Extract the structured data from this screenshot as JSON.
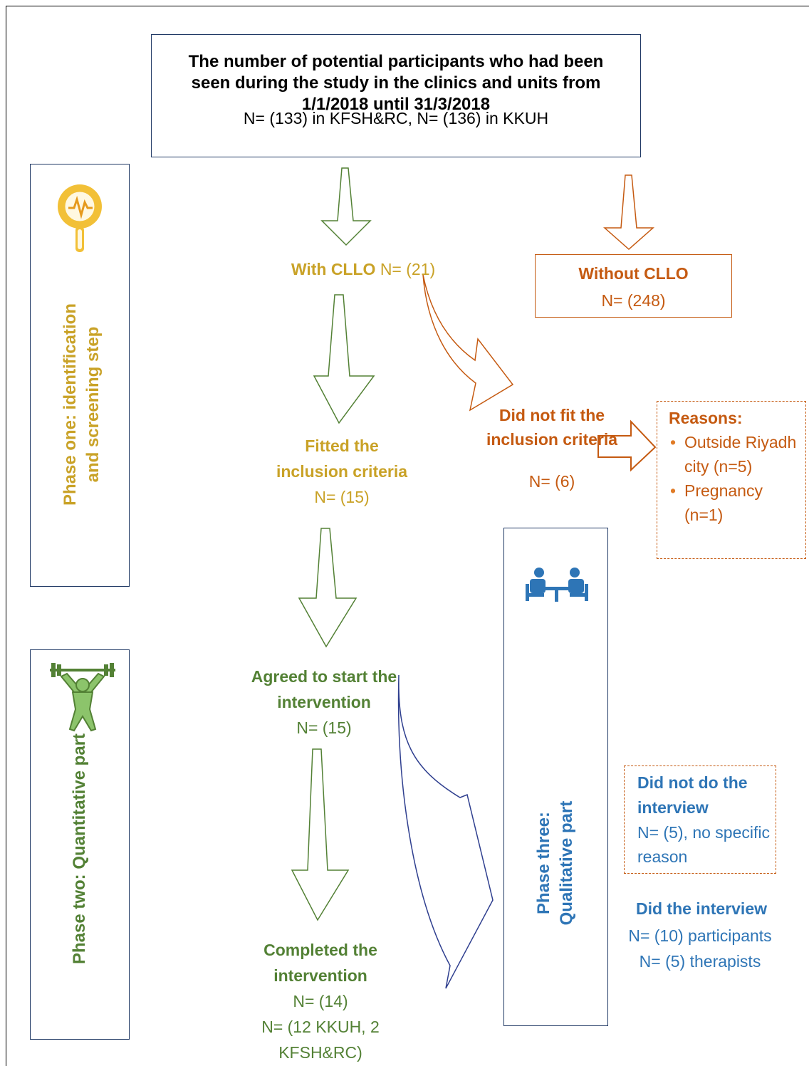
{
  "top_box": {
    "title": "The number of potential participants who had been seen during the study in the clinics and units from 1/1/2018 until 31/3/2018",
    "count": "N= (133) in KFSH&RC, N= (136) in KKUH"
  },
  "with_cllo": {
    "label": "With CLLO",
    "count": "N= (21)"
  },
  "without_cllo": {
    "label": "Without CLLO",
    "count": "N= (248)"
  },
  "fitted": {
    "label": "Fitted the inclusion criteria",
    "count": "N= (15)"
  },
  "not_fit": {
    "label": "Did not fit the inclusion criteria",
    "count": "N= (6)"
  },
  "reasons": {
    "title": "Reasons:",
    "items": [
      "Outside Riyadh city (n=5)",
      "Pregnancy (n=1)"
    ]
  },
  "agreed": {
    "label": "Agreed to start the intervention",
    "count": "N= (15)"
  },
  "completed": {
    "label": "Completed the intervention",
    "count": "N= (14)",
    "detail": "N= (12 KKUH, 2 KFSH&RC)"
  },
  "phases": {
    "one": "Phase one: identification and screening step",
    "two": "Phase two: Quantitative part",
    "three": "Phase three: Qualitative part"
  },
  "no_interview": {
    "label": "Did not do the interview",
    "detail": "N= (5), no specific reason"
  },
  "did_interview": {
    "label": "Did the interview",
    "participants": "N= (10) participants",
    "therapists": "N= (5) therapists"
  },
  "icons": {
    "phase_one": "magnifier-pulse-icon",
    "phase_two": "weightlifter-icon",
    "phase_three": "meeting-icon"
  },
  "colors": {
    "gold": "#c9a227",
    "orange": "#c55a11",
    "green": "#538135",
    "blue": "#2e75b6",
    "navy_border": "#1f3864",
    "bullet": "#e07b26"
  }
}
